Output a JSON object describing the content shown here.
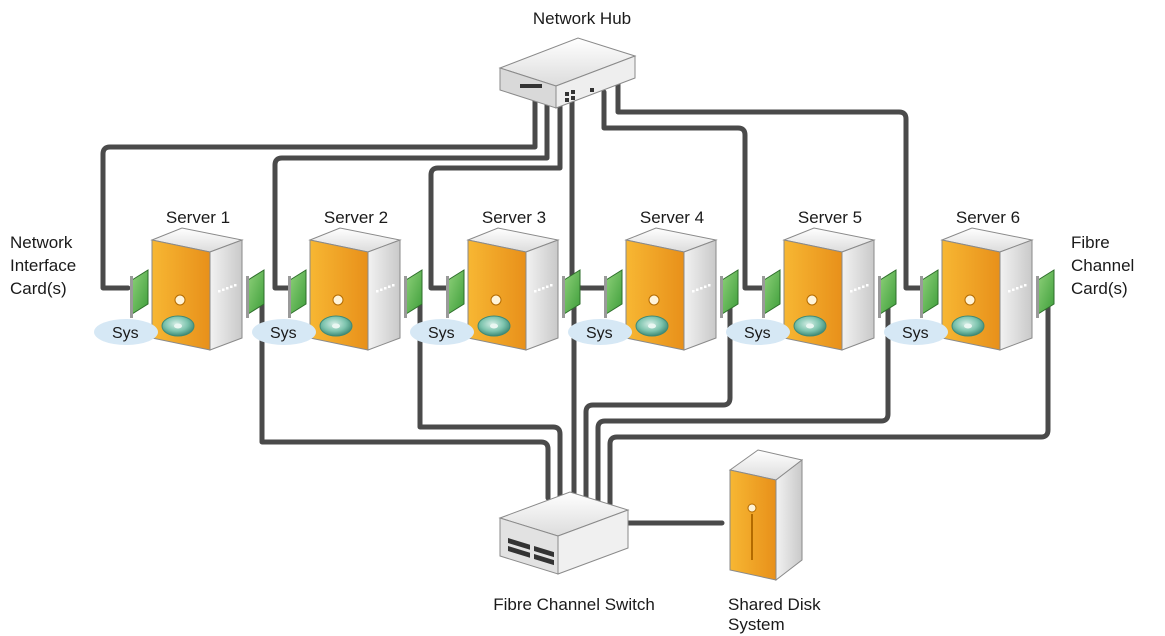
{
  "hub_label": "Network Hub",
  "switch_label": "Fibre Channel Switch",
  "shared_disk_label": [
    "Shared Disk",
    "System"
  ],
  "nic_label": [
    "Network",
    "Interface",
    "Card(s)"
  ],
  "fc_label": [
    "Fibre",
    "Channel",
    "Card(s)"
  ],
  "servers": [
    {
      "name": "Server 1",
      "disk": "Sys"
    },
    {
      "name": "Server 2",
      "disk": "Sys"
    },
    {
      "name": "Server 3",
      "disk": "Sys"
    },
    {
      "name": "Server 4",
      "disk": "Sys"
    },
    {
      "name": "Server 5",
      "disk": "Sys"
    },
    {
      "name": "Server 6",
      "disk": "Sys"
    }
  ],
  "colors": {
    "cable": "#4a4a4a",
    "server_body": "#e6e6e6",
    "server_panel": "#f2a51c",
    "nic_card": "#5cb85c",
    "sys_badge": "#d6e8f5"
  }
}
